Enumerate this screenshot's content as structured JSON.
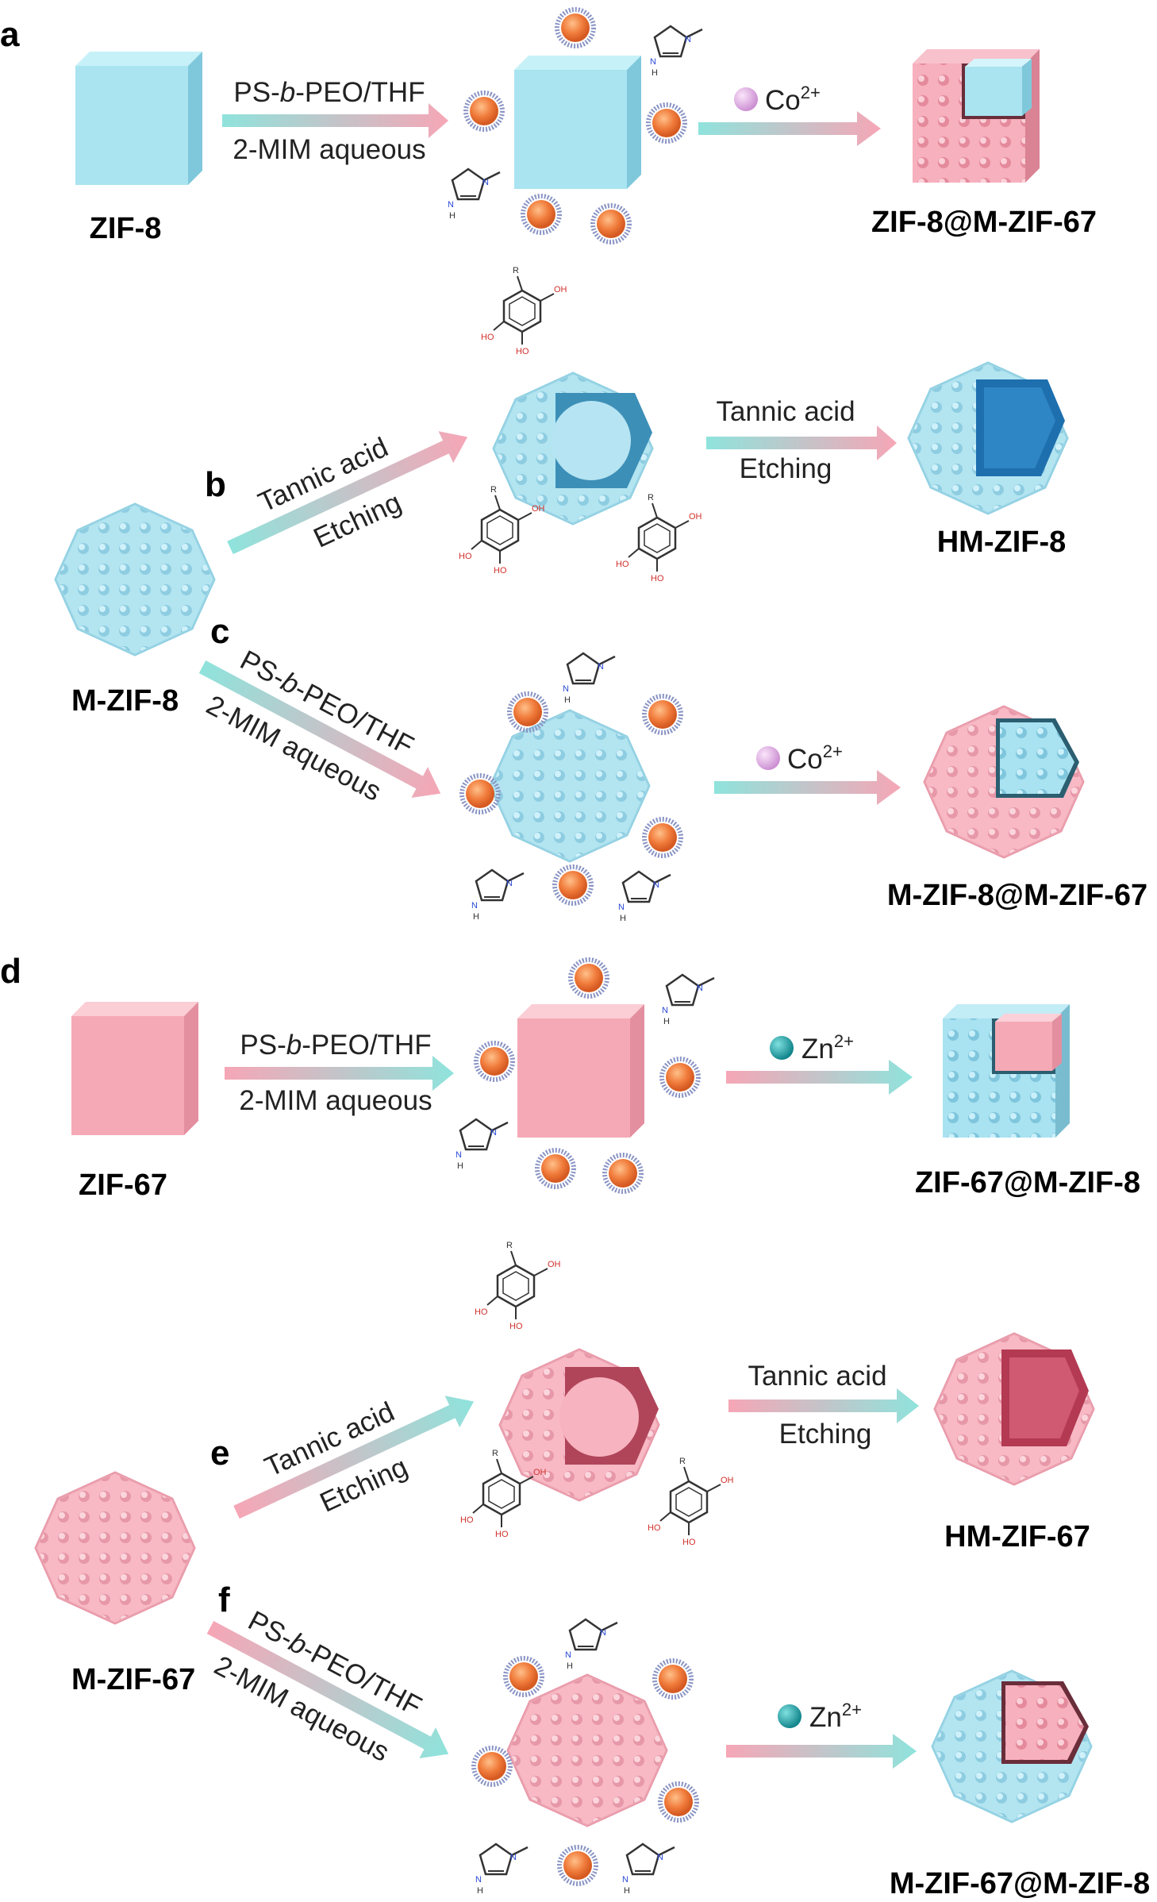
{
  "panels": {
    "a": {
      "letter": "a",
      "start": "ZIF-8",
      "cond1": "PS-b-PEO/THF",
      "cond1_pre": "PS-",
      "cond1_b": "b",
      "cond1_post": "-PEO/THF",
      "cond2": "2-MIM aqueous",
      "ion": "Co",
      "ion_charge": "2+",
      "product": "ZIF-8@M-ZIF-67"
    },
    "b": {
      "letter": "b",
      "cond1": "Tannic acid",
      "cond2": "Etching",
      "right_cond1": "Tannic acid",
      "right_cond2": "Etching",
      "product": "HM-ZIF-8"
    },
    "c": {
      "letter": "c",
      "start": "M-ZIF-8",
      "cond1_pre": "PS-",
      "cond1_b": "b",
      "cond1_post": "-PEO/THF",
      "cond2": "2-MIM aqueous",
      "ion": "Co",
      "ion_charge": "2+",
      "product": "M-ZIF-8@M-ZIF-67"
    },
    "d": {
      "letter": "d",
      "start": "ZIF-67",
      "cond1_pre": "PS-",
      "cond1_b": "b",
      "cond1_post": "-PEO/THF",
      "cond2": "2-MIM aqueous",
      "ion": "Zn",
      "ion_charge": "2+",
      "product": "ZIF-67@M-ZIF-8"
    },
    "e": {
      "letter": "e",
      "cond1": "Tannic acid",
      "cond2": "Etching",
      "right_cond1": "Tannic acid",
      "right_cond2": "Etching",
      "product": "HM-ZIF-67"
    },
    "f": {
      "letter": "f",
      "start": "M-ZIF-67",
      "cond1_pre": "PS-",
      "cond1_b": "b",
      "cond1_post": "-PEO/THF",
      "cond2": "2-MIM aqueous",
      "ion": "Zn",
      "ion_charge": "2+",
      "product": "M-ZIF-67@M-ZIF-8"
    }
  },
  "molecule": {
    "oh": "OH",
    "ho": "HO",
    "r": "R",
    "n": "N",
    "h": "H"
  },
  "colors": {
    "zif8_blue": "#a9e4f0",
    "zif67_pink": "#f5a9b6",
    "micelle_core": "#f08a4b",
    "micelle_corona": "#7f88b8",
    "co_ion": "#e6b8e8",
    "zn_ion": "#1aa6a6"
  }
}
